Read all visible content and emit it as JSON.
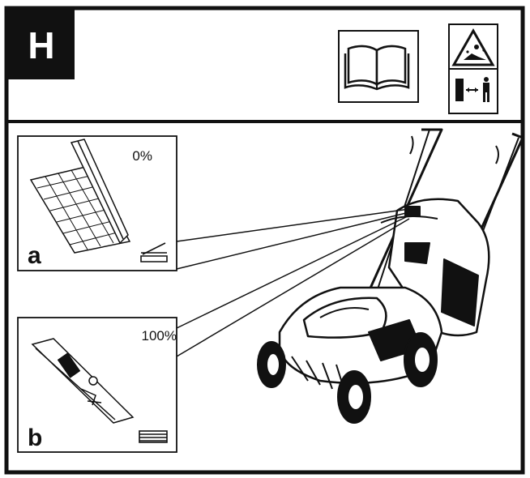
{
  "section": {
    "letter": "H"
  },
  "icons": {
    "manual": "read-manual-icon",
    "warning_top": "thrown-object-warning-icon",
    "warning_bottom": "keep-bystanders-away-icon"
  },
  "panel_a": {
    "letter": "a",
    "percent": "0%",
    "indicator": "grass-bag-empty-indicator-icon"
  },
  "panel_b": {
    "letter": "b",
    "percent": "100%",
    "indicator": "grass-bag-full-indicator-icon"
  },
  "colors": {
    "ink": "#111111",
    "paper": "#ffffff"
  }
}
